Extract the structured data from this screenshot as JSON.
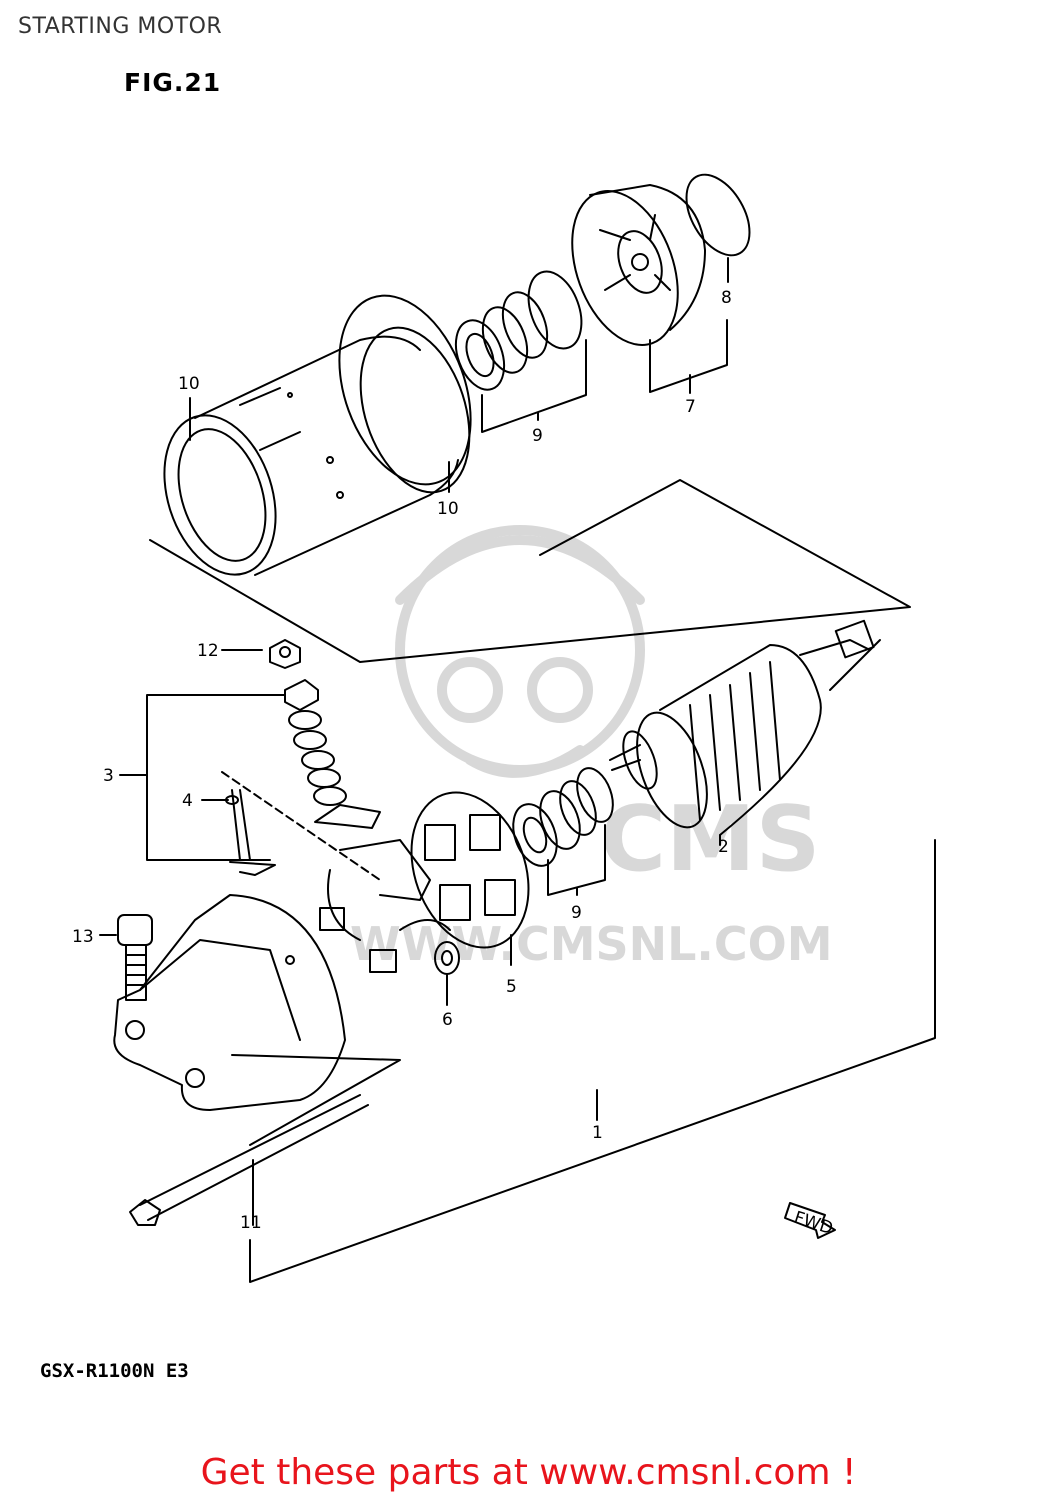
{
  "header": {
    "title": "STARTING MOTOR"
  },
  "figure": {
    "label": "FIG.21",
    "model": "GSX-R1100N E3"
  },
  "watermark": {
    "brand": "CMS",
    "url": "WWW.CMSNL.COM"
  },
  "fwd_tag": "FWD",
  "callouts": {
    "c1": "1",
    "c2": "2",
    "c3": "3",
    "c4": "4",
    "c5": "5",
    "c6": "6",
    "c7": "7",
    "c8": "8",
    "c9a": "9",
    "c9b": "9",
    "c10a": "10",
    "c10b": "10",
    "c11": "11",
    "c12": "12",
    "c13": "13"
  },
  "footer": {
    "link_text": "Get these parts at www.cmsnl.com !"
  },
  "colors": {
    "footer_link": "#e8141c",
    "watermark": "#d8d8d8"
  }
}
